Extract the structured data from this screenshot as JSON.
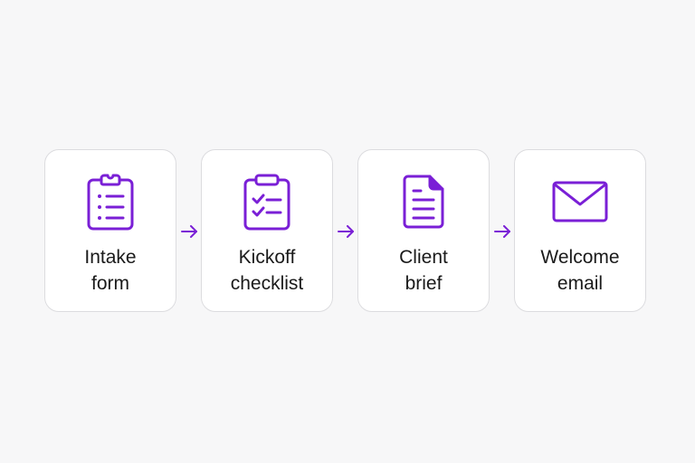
{
  "colors": {
    "accent": "#7a1fd6",
    "background": "#f7f7f8",
    "card_background": "#ffffff",
    "card_border": "#dcdcdf",
    "text": "#1a1a1a"
  },
  "flow": {
    "steps": [
      {
        "icon": "clipboard-list-icon",
        "line1": "Intake",
        "line2": "form"
      },
      {
        "icon": "clipboard-check-icon",
        "line1": "Kickoff",
        "line2": "checklist"
      },
      {
        "icon": "document-icon",
        "line1": "Client",
        "line2": "brief"
      },
      {
        "icon": "envelope-icon",
        "line1": "Welcome",
        "line2": "email"
      }
    ],
    "connector": "arrow-right-icon"
  }
}
